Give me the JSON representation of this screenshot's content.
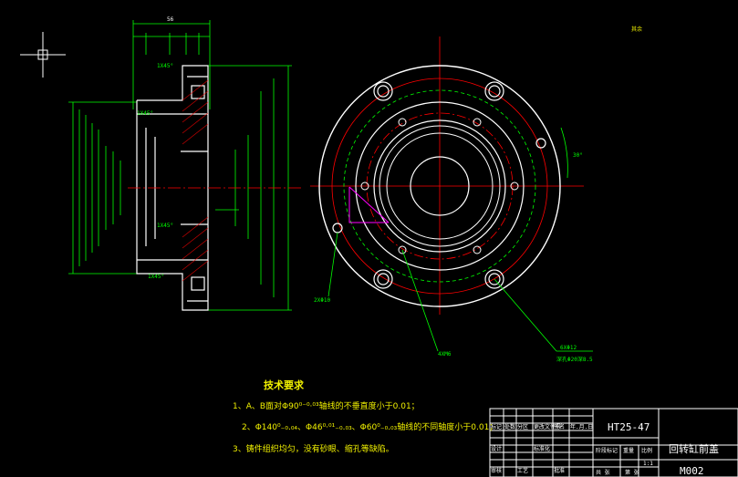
{
  "drawing": {
    "part_name": "回转缸前盖",
    "material": "HT25-47",
    "drawing_no": "M002",
    "scale": "1:1",
    "roughness_note": "其余"
  },
  "technical_requirements": {
    "title": "技术要求",
    "items": [
      "1、A、B面对Φ90⁰⁻⁰·⁰³轴线的不垂直度小于0.01；",
      "2、Φ140⁰₋₀.₀₄、Φ46⁰·⁰¹₋₀.₀₃、Φ60⁰₋₀.₀₃轴线的不同轴度小于0.01；",
      "3、铸件组织均匀，没有砂眼、缩孔等缺陷。"
    ]
  },
  "title_block": {
    "headers": [
      "标记",
      "处数",
      "分区",
      "更改文件号",
      "签名",
      "年.月.日"
    ],
    "row_design": [
      "设计",
      "标准化"
    ],
    "row_approve": [
      "审核",
      "工艺",
      "批准"
    ],
    "stage_headers": [
      "阶段标记",
      "重量",
      "比例"
    ],
    "bottom": [
      "共 张",
      "第 张"
    ]
  },
  "annotations": {
    "hole_callout_1": "6XΦ12",
    "hole_callout_1_sub": "深孔Φ20深8.5",
    "hole_callout_2": "4XM6",
    "hole_callout_3": "2XΦ10",
    "angle_label": "30°",
    "chamfer_1": "1X45°",
    "chamfer_2": "1X45°",
    "chamfer_3": "1X45°",
    "chamfer_4": "1X45°",
    "dim_top": "56"
  }
}
